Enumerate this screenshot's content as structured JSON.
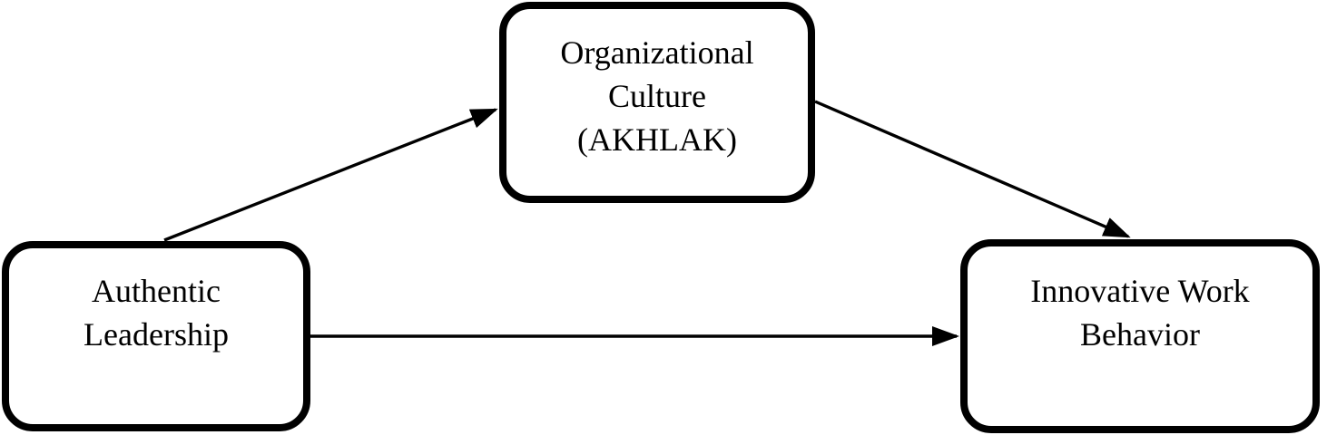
{
  "diagram": {
    "background_color": "#ffffff",
    "line_color": "#000000",
    "nodes": [
      {
        "id": "authentic-leadership",
        "label": "Authentic Leadership",
        "lines": [
          "Authentic",
          "Leadership"
        ]
      },
      {
        "id": "organizational-culture",
        "label": "Organizational Culture (AKHLAK)",
        "lines": [
          "Organizational",
          "Culture",
          "(AKHLAK)"
        ]
      },
      {
        "id": "innovative-work-behavior",
        "label": "Innovative Work Behavior",
        "lines": [
          "Innovative Work",
          "Behavior"
        ]
      }
    ],
    "edges": [
      {
        "from": "Authentic Leadership",
        "to": "Organizational Culture (AKHLAK)",
        "style": "solid-arrow"
      },
      {
        "from": "Organizational Culture (AKHLAK)",
        "to": "Innovative Work Behavior",
        "style": "solid-arrow"
      },
      {
        "from": "Authentic Leadership",
        "to": "Innovative Work Behavior",
        "style": "solid-arrow"
      }
    ]
  }
}
